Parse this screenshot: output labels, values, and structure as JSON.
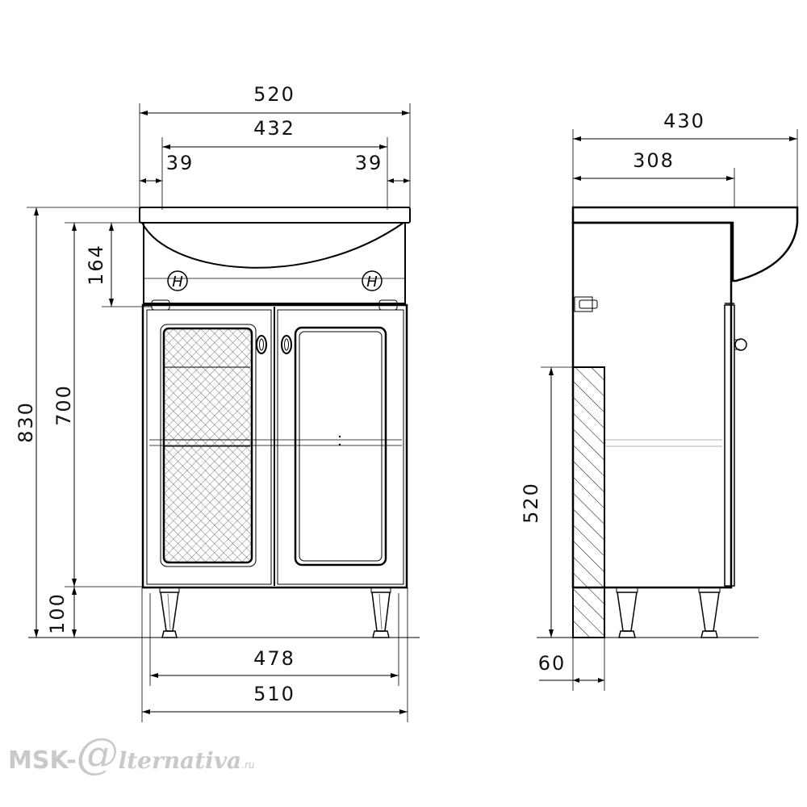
{
  "front_view": {
    "width_top": "520",
    "width_basin": "432",
    "side_offset_left": "39",
    "side_offset_right": "39",
    "basin_depth": "164",
    "height_total": "830",
    "height_body": "700",
    "height_legs": "100",
    "width_legs": "478",
    "width_body": "510",
    "faucet_mark_left": "H",
    "faucet_mark_right": "H"
  },
  "side_view": {
    "depth_total": "430",
    "depth_body": "308",
    "wall_height": "520",
    "wall_thickness": "60"
  },
  "watermark": {
    "left": "MSK-",
    "at": "@",
    "right": "lternativa",
    "tld": ".ru"
  }
}
